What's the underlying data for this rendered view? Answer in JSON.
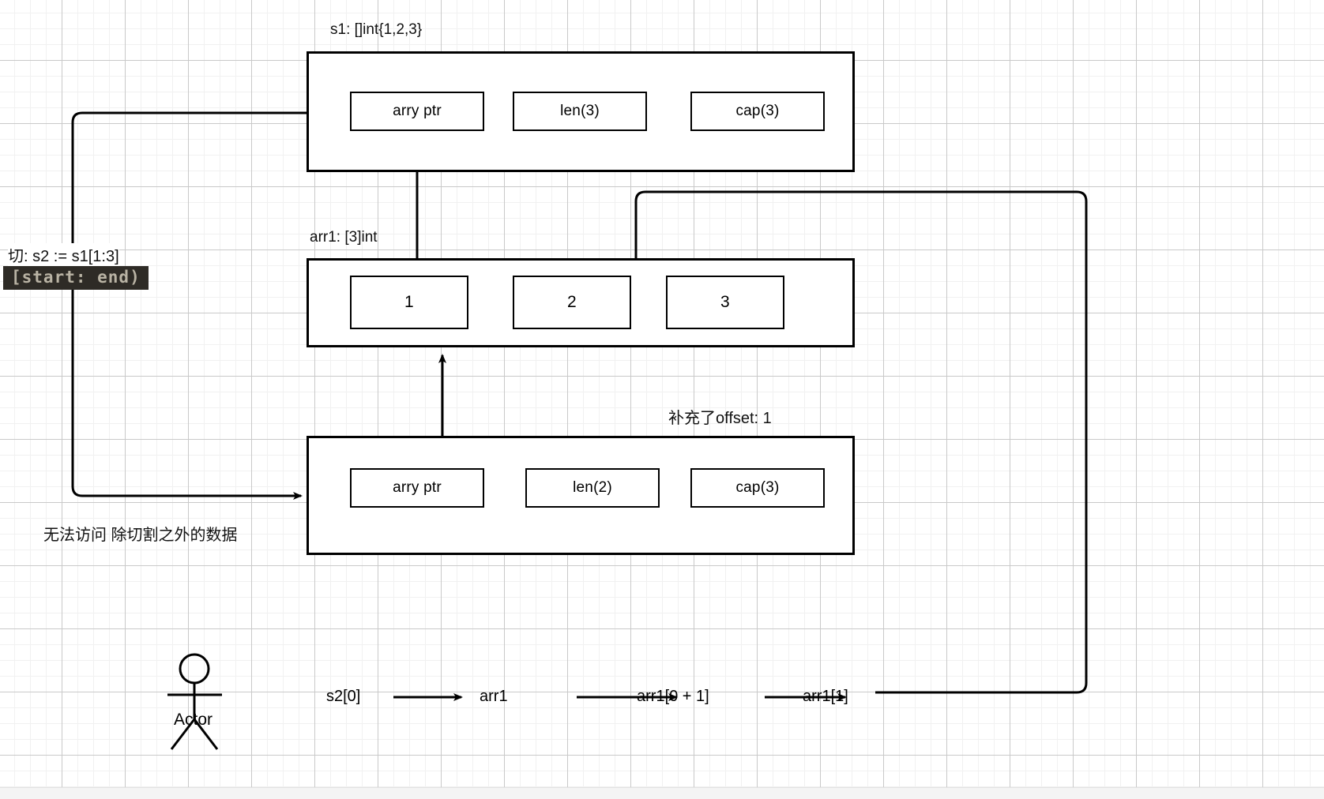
{
  "diagram": {
    "title_s1": "s1: []int{1,2,3}",
    "title_arr1": "arr1: [3]int",
    "note_offset": "补充了offset: 1",
    "note_slice_expr": "切:  s2 := s1[1:3]",
    "note_range_badge": "[start: end)",
    "note_no_access": "无法访问 除切割之外的数据",
    "actor_label": "Actor",
    "colors": {
      "stroke": "#000000",
      "grid_major": "#c9c9c9",
      "grid_minor": "#f1f1f1",
      "badge_bg": "#2e2b26",
      "badge_fg": "#b9b3a4",
      "background": "#ffffff"
    }
  },
  "s1_struct": {
    "fields": [
      {
        "label": "arry ptr"
      },
      {
        "label": "len(3)"
      },
      {
        "label": "cap(3)"
      }
    ]
  },
  "arr1_array": {
    "elements": [
      {
        "label": "1"
      },
      {
        "label": "2"
      },
      {
        "label": "3"
      }
    ]
  },
  "s2_struct": {
    "fields": [
      {
        "label": "arry ptr"
      },
      {
        "label": "len(2)"
      },
      {
        "label": "cap(3)"
      }
    ]
  },
  "deref_chain": {
    "steps": [
      {
        "label": "s2[0]"
      },
      {
        "label": "arr1"
      },
      {
        "label": "arr1[0 + 1]"
      },
      {
        "label": "arr1[1]"
      }
    ]
  }
}
